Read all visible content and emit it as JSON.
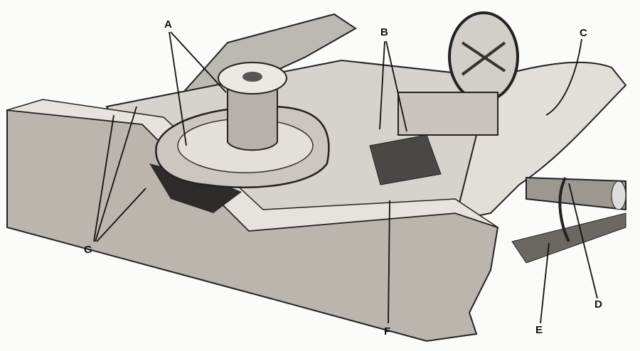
{
  "diagram": {
    "labels": {
      "A": "A",
      "B": "B",
      "C": "C",
      "D": "D",
      "E": "E",
      "F": "F",
      "G": "G"
    },
    "colors": {
      "ink": "#1a1a1a",
      "metal_light": "#cfccc6",
      "metal_mid": "#9e9a93",
      "metal_dark": "#3a3835"
    }
  }
}
